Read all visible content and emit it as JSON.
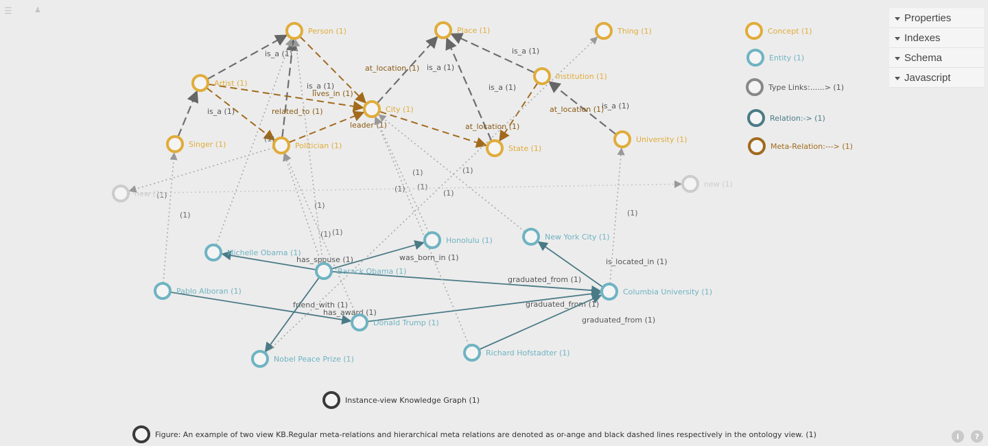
{
  "toolbar": {
    "menu_icon": "hamburger-icon",
    "user_icon": "user-icon"
  },
  "side_panel": {
    "items": [
      {
        "label": "Properties"
      },
      {
        "label": "Indexes"
      },
      {
        "label": "Schema"
      },
      {
        "label": "Javascript"
      }
    ]
  },
  "colors": {
    "concept": "#e0ac3a",
    "entity": "#6fb3c2",
    "new": "#cccccc",
    "type_link": "#888888",
    "relation": "#4a7a86",
    "meta_relation": "#a16a1c",
    "caption": "#3a3a3a"
  },
  "legend": [
    {
      "id": "concept",
      "label": "Concept (1)"
    },
    {
      "id": "entity",
      "label": "Entity (1)"
    },
    {
      "id": "type_link",
      "label": "Type Links:......> (1)"
    },
    {
      "id": "relation",
      "label": "Relation:-> (1)"
    },
    {
      "id": "meta_relation",
      "label": "Meta-Relation:---> (1)"
    }
  ],
  "nodes": [
    {
      "id": "person",
      "label": "Person (1)",
      "kind": "concept"
    },
    {
      "id": "place",
      "label": "Place (1)",
      "kind": "concept"
    },
    {
      "id": "thing",
      "label": "Thing (1)",
      "kind": "concept"
    },
    {
      "id": "artist",
      "label": "Artist (1)",
      "kind": "concept"
    },
    {
      "id": "city",
      "label": "City (1)",
      "kind": "concept"
    },
    {
      "id": "institution",
      "label": "Institution (1)",
      "kind": "concept"
    },
    {
      "id": "singer",
      "label": "Singer (1)",
      "kind": "concept"
    },
    {
      "id": "politician",
      "label": "Politician (1)",
      "kind": "concept"
    },
    {
      "id": "state",
      "label": "State (1)",
      "kind": "concept"
    },
    {
      "id": "university",
      "label": "University (1)",
      "kind": "concept"
    },
    {
      "id": "new1",
      "label": "new (1)",
      "kind": "new"
    },
    {
      "id": "new2",
      "label": "new (1)",
      "kind": "new"
    },
    {
      "id": "michelle",
      "label": "Michelle Obama (1)",
      "kind": "entity"
    },
    {
      "id": "barack",
      "label": "Barack Obama (1)",
      "kind": "entity"
    },
    {
      "id": "honolulu",
      "label": "Honolulu (1)",
      "kind": "entity"
    },
    {
      "id": "nyc",
      "label": "New York City (1)",
      "kind": "entity"
    },
    {
      "id": "pablo",
      "label": "Pablo Alboran (1)",
      "kind": "entity"
    },
    {
      "id": "columbia",
      "label": "Columbia University (1)",
      "kind": "entity"
    },
    {
      "id": "trump",
      "label": "Donald Trump (1)",
      "kind": "entity"
    },
    {
      "id": "nobel",
      "label": "Nobel Peace Prize (1)",
      "kind": "entity"
    },
    {
      "id": "hofstadter",
      "label": "Richard Hofstadter (1)",
      "kind": "entity"
    },
    {
      "id": "caption_graph",
      "label": "Instance-view Knowledge Graph (1)",
      "kind": "caption"
    },
    {
      "id": "caption_figure",
      "label": "Figure: An example of two view KB.Regular meta-relations and hierarchical meta relations are denoted as or-ange and black dashed lines respectively in the ontology view. (1)",
      "kind": "caption"
    }
  ],
  "edges": [
    {
      "from": "artist",
      "to": "person",
      "label": "is_a (1)",
      "kind": "hier"
    },
    {
      "from": "politician",
      "to": "person",
      "label": "is_a (1)",
      "kind": "hier"
    },
    {
      "from": "singer",
      "to": "artist",
      "label": "is_a (1)",
      "kind": "hier"
    },
    {
      "from": "city",
      "to": "place",
      "label": "is_a (1)",
      "kind": "hier"
    },
    {
      "from": "state",
      "to": "place",
      "label": "is_a (1)",
      "kind": "hier"
    },
    {
      "from": "institution",
      "to": "place",
      "label": "is_a (1)",
      "kind": "hier"
    },
    {
      "from": "university",
      "to": "institution",
      "label": "is_a (1)",
      "kind": "hier"
    },
    {
      "from": "person",
      "to": "city",
      "label": "at_location (1)",
      "kind": "meta"
    },
    {
      "from": "artist",
      "to": "city",
      "label": "lives_in (1)",
      "kind": "meta"
    },
    {
      "from": "artist",
      "to": "politician",
      "label": "related_to (1)",
      "kind": "meta"
    },
    {
      "from": "politician",
      "to": "city",
      "label": "leader (1)",
      "kind": "meta"
    },
    {
      "from": "city",
      "to": "state",
      "label": "at_location (1)",
      "kind": "meta"
    },
    {
      "from": "institution",
      "to": "state",
      "label": "at_location (1)",
      "kind": "meta"
    },
    {
      "from": "barack",
      "to": "michelle",
      "label": "has_spouse (1)",
      "kind": "rel"
    },
    {
      "from": "barack",
      "to": "honolulu",
      "label": "was_born_in (1)",
      "kind": "rel"
    },
    {
      "from": "barack",
      "to": "columbia",
      "label": "graduated_from (1)",
      "kind": "rel"
    },
    {
      "from": "barack",
      "to": "nobel",
      "label": "has_award (1)",
      "kind": "rel"
    },
    {
      "from": "pablo",
      "to": "trump",
      "label": "friend_with (1)",
      "kind": "rel"
    },
    {
      "from": "trump",
      "to": "columbia",
      "label": "graduated_from (1)",
      "kind": "rel"
    },
    {
      "from": "hofstadter",
      "to": "columbia",
      "label": "graduated_from (1)",
      "kind": "rel"
    },
    {
      "from": "columbia",
      "to": "nyc",
      "label": "is_located_in (1)",
      "kind": "rel"
    },
    {
      "from": "pablo",
      "to": "singer",
      "label": "(1)",
      "kind": "type"
    },
    {
      "from": "michelle",
      "to": "person",
      "label": "(1)",
      "kind": "type"
    },
    {
      "from": "barack",
      "to": "politician",
      "label": "(1)",
      "kind": "type"
    },
    {
      "from": "barack",
      "to": "person",
      "label": "(1)",
      "kind": "type"
    },
    {
      "from": "trump",
      "to": "politician",
      "label": "(1)",
      "kind": "type"
    },
    {
      "from": "honolulu",
      "to": "city",
      "label": "(1)",
      "kind": "type"
    },
    {
      "from": "hofstadter",
      "to": "city",
      "label": "(1)",
      "kind": "type"
    },
    {
      "from": "nyc",
      "to": "city",
      "label": "(1)",
      "kind": "type"
    },
    {
      "from": "columbia",
      "to": "university",
      "label": "(1)",
      "kind": "type"
    },
    {
      "from": "nobel",
      "to": "thing",
      "label": "(1)",
      "kind": "type"
    },
    {
      "from": "new1",
      "to": "new2",
      "label": "(1)",
      "kind": "type"
    },
    {
      "from": "politician",
      "to": "new1",
      "label": "(1)",
      "kind": "type"
    }
  ]
}
